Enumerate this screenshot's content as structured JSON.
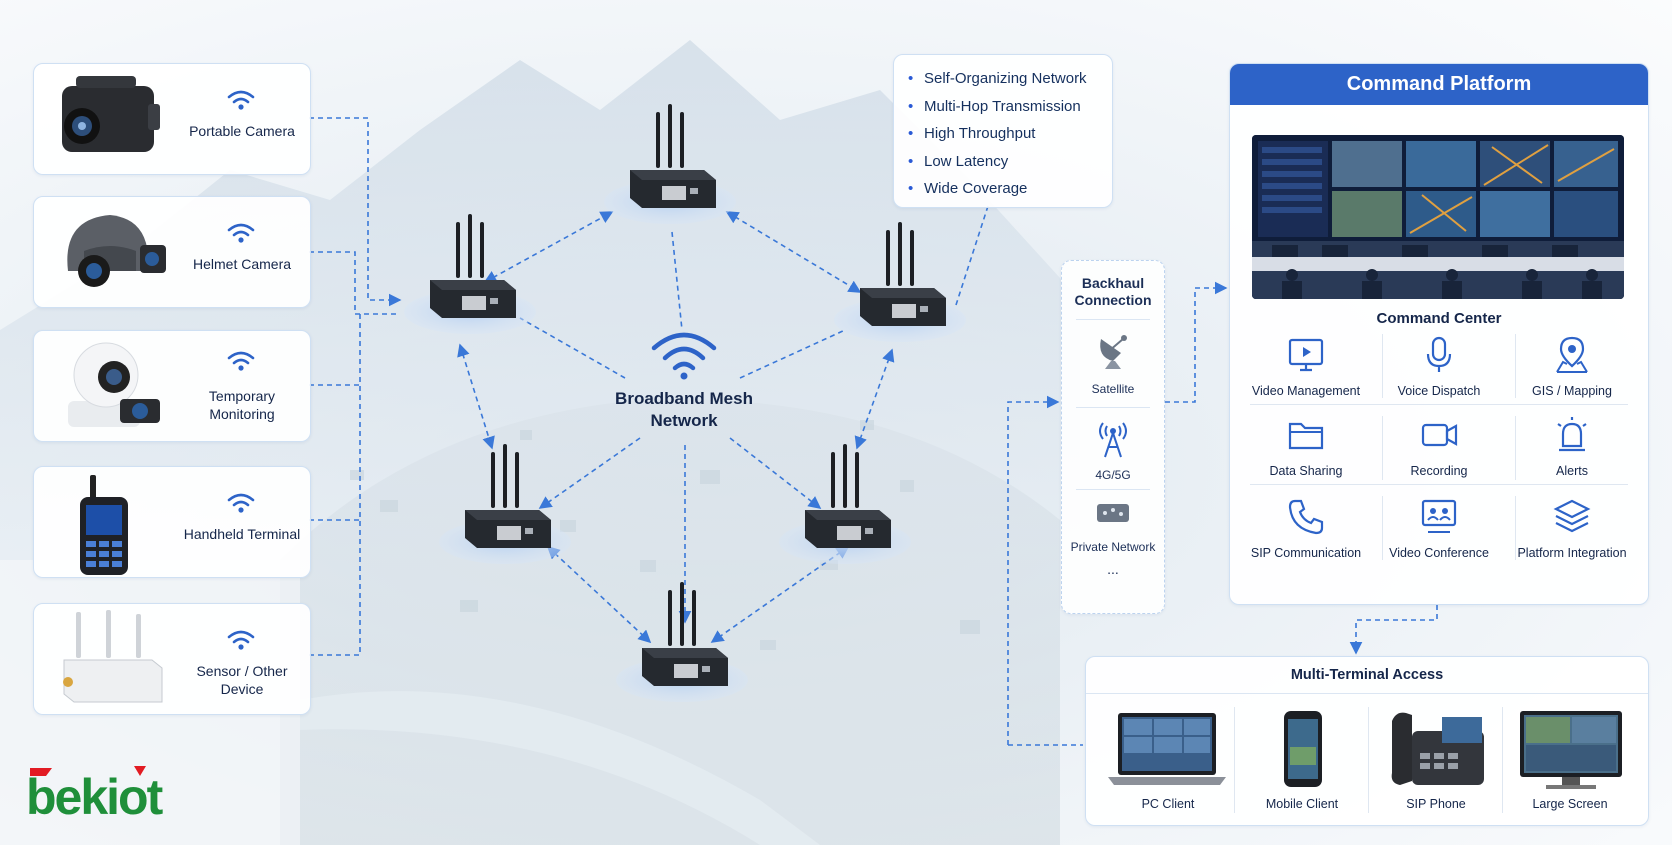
{
  "devices": [
    {
      "label": "Portable Camera",
      "icon": "portable-camera"
    },
    {
      "label": "Helmet Camera",
      "icon": "helmet-camera"
    },
    {
      "label": "Temporary\nMonitoring",
      "icon": "ptz-camera"
    },
    {
      "label": "Handheld Terminal",
      "icon": "radio-handset"
    },
    {
      "label": "Sensor / Other Device",
      "icon": "sensor-box"
    }
  ],
  "mesh": {
    "label": "Broadband Mesh\nNetwork",
    "node_count": 6
  },
  "features": [
    "Self-Organizing Network",
    "Multi-Hop Transmission",
    "High Throughput",
    "Low Latency",
    "Wide Coverage"
  ],
  "backhaul": {
    "title": "Backhaul\nConnection",
    "items": [
      {
        "label": "Satellite",
        "icon": "satellite-dish-icon"
      },
      {
        "label": "4G/5G",
        "icon": "cell-tower-icon"
      },
      {
        "label": "Private Network",
        "icon": "network-box-icon"
      }
    ],
    "more": "..."
  },
  "command": {
    "header": "Command Platform",
    "center_title": "Command Center",
    "features": [
      {
        "label": "Video Management",
        "icon": "video-monitor-icon"
      },
      {
        "label": "Voice Dispatch",
        "icon": "microphone-icon"
      },
      {
        "label": "GIS / Mapping",
        "icon": "map-pin-icon"
      },
      {
        "label": "Data Sharing",
        "icon": "folder-icon"
      },
      {
        "label": "Recording",
        "icon": "camcorder-icon"
      },
      {
        "label": "Alerts",
        "icon": "alarm-light-icon"
      },
      {
        "label": "SIP Communication",
        "icon": "phone-icon"
      },
      {
        "label": "Video Conference",
        "icon": "conference-icon"
      },
      {
        "label": "Platform Integration",
        "icon": "layers-icon"
      }
    ]
  },
  "multi_terminal": {
    "title": "Multi-Terminal Access",
    "terminals": [
      {
        "label": "PC Client",
        "icon": "laptop"
      },
      {
        "label": "Mobile Client",
        "icon": "smartphone"
      },
      {
        "label": "SIP Phone",
        "icon": "desk-phone"
      },
      {
        "label": "Large Screen",
        "icon": "monitor"
      }
    ]
  },
  "brand": {
    "logo": "bekiot",
    "color_red": "#e21b23",
    "color_green": "#1f8f3a"
  },
  "colors": {
    "accent": "#2d63c8",
    "dash": "#3a78d8"
  }
}
